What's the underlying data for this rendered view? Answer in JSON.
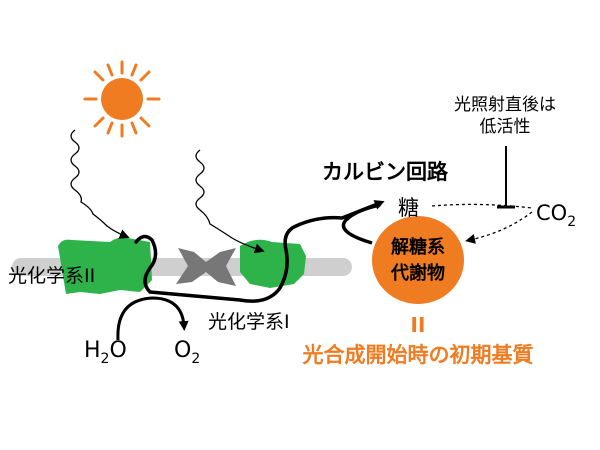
{
  "labels": {
    "ps2": "光化学系II",
    "ps1": "光化学系I",
    "h2o_main": "H",
    "h2o_sub": "2",
    "h2o_tail": "O",
    "o2_main": "O",
    "o2_sub": "2",
    "calvin": "カルビン回路",
    "sugar": "糖",
    "co2_main": "CO",
    "co2_sub": "2",
    "after_light_1": "光照射直後は",
    "after_light_2": "低活性",
    "glyco_1": "解糖系",
    "glyco_2": "代謝物",
    "equal": "II",
    "initial": "光合成開始時の初期基質"
  },
  "colors": {
    "sun": "#f07c22",
    "orange_text": "#f07c22",
    "complex_green": "#2db34a",
    "membrane_gray": "#cfcfcf",
    "x_gray": "#777777",
    "line": "#000000"
  }
}
